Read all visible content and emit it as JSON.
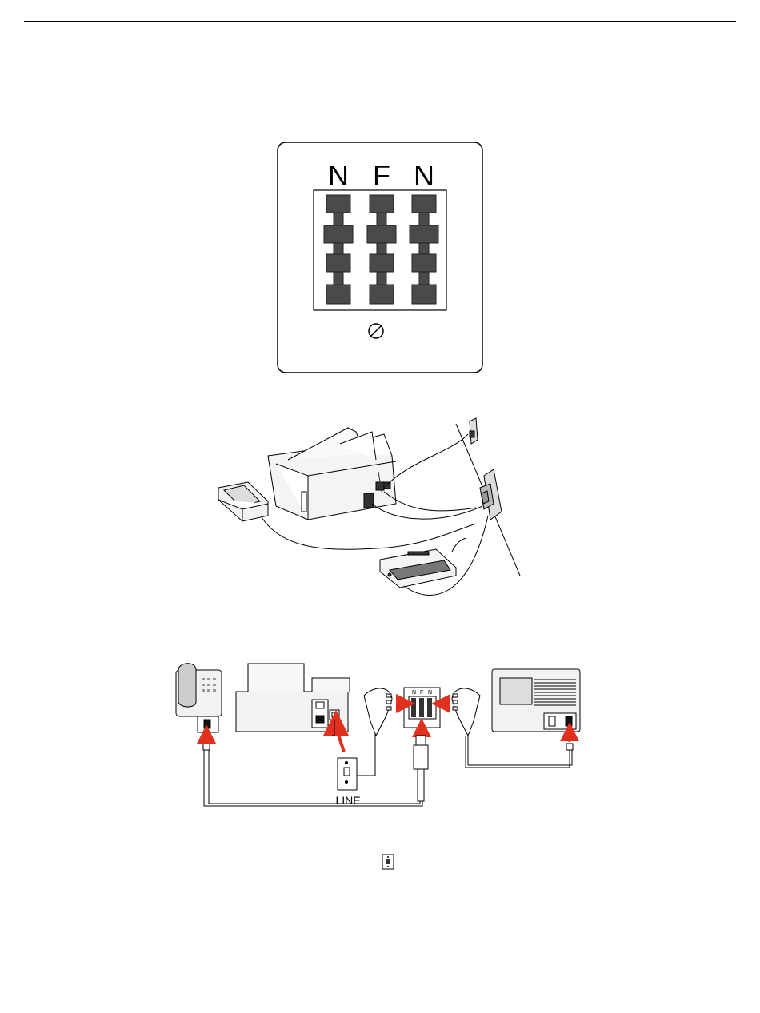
{
  "figure1": {
    "socket_letters": [
      "N",
      "F",
      "N"
    ]
  },
  "figure3": {
    "socket_letters": [
      "N",
      "F",
      "N"
    ],
    "wall_jack_label": "LINE"
  },
  "icons": {
    "wall_jack": "phone-jack-icon",
    "arrow_color": "#e0301e"
  }
}
